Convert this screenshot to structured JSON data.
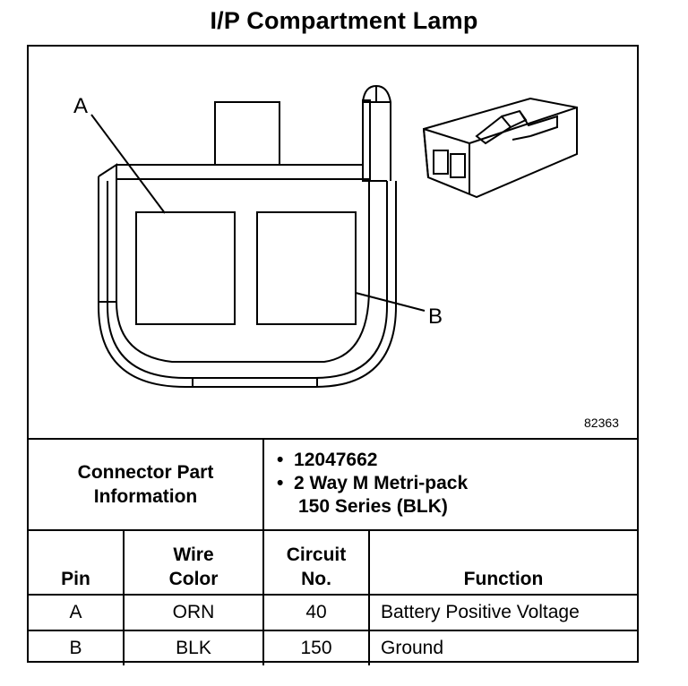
{
  "title": "I/P Compartment Lamp",
  "diagram": {
    "callout_a": "A",
    "callout_b": "B",
    "figure_number": "82363"
  },
  "connector_info": {
    "label_line1": "Connector Part",
    "label_line2": "Information",
    "part_number": "12047662",
    "description_line1": "2 Way M Metri-pack",
    "description_line2": "150 Series (BLK)",
    "bullet": "•"
  },
  "table": {
    "headers": {
      "pin": "Pin",
      "wire_color_line1": "Wire",
      "wire_color_line2": "Color",
      "circuit_line1": "Circuit",
      "circuit_line2": "No.",
      "function": "Function"
    },
    "rows": [
      {
        "pin": "A",
        "wire_color": "ORN",
        "circuit": "40",
        "function": "Battery Positive Voltage"
      },
      {
        "pin": "B",
        "wire_color": "BLK",
        "circuit": "150",
        "function": "Ground"
      }
    ]
  }
}
